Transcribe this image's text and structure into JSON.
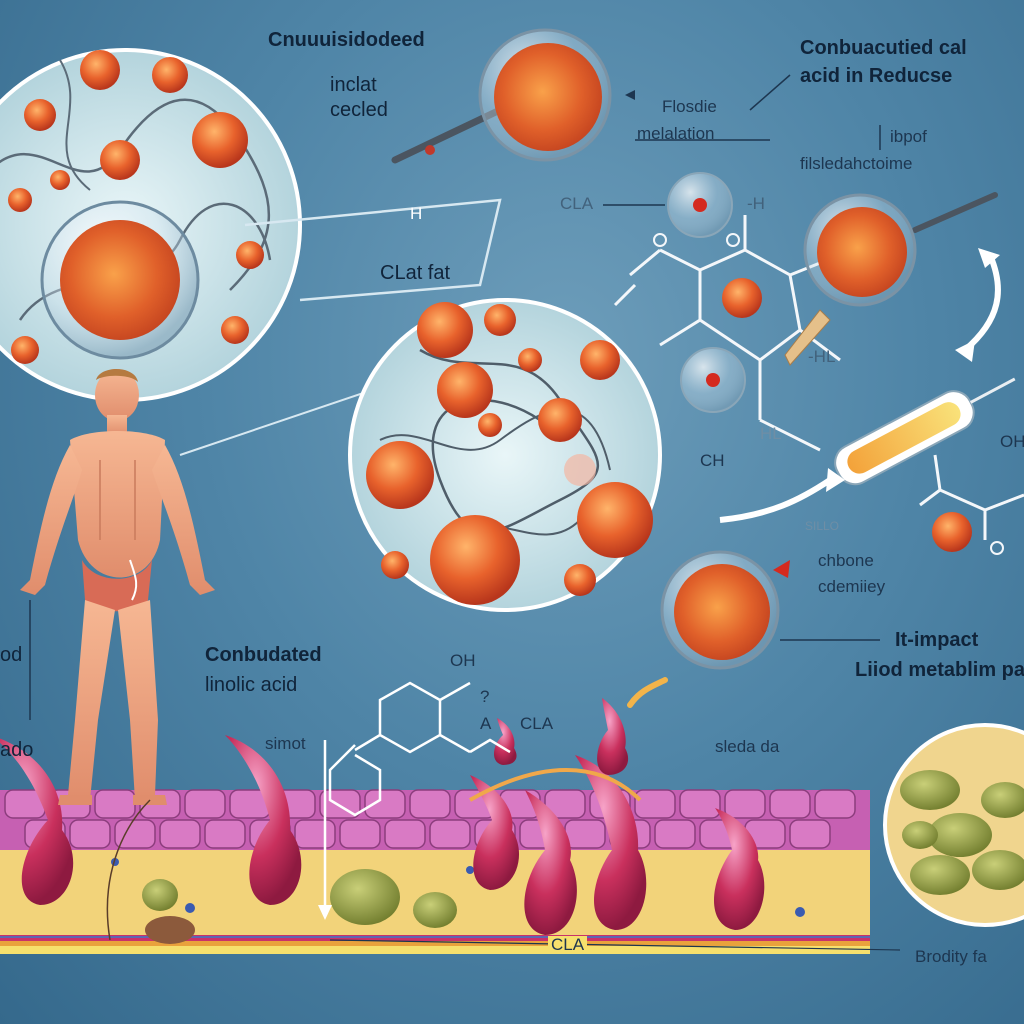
{
  "labels": {
    "top_title": "Cnuuuisidodeed",
    "inclat": "inclat",
    "cecled": "cecled",
    "tr_line1": "Conbuacutied cal",
    "tr_line2": "acid in Reducse",
    "flosdie": "Flosdie",
    "metalation": "melalation",
    "ibpof": "ibpof",
    "filsledahctoime": "filsledahctoime",
    "cla_mid": "CLA",
    "h_label": "-H",
    "tick_h": "H",
    "cla_fat": "CLat fat",
    "hl_label": "-HL",
    "hl_faint": "HL",
    "ch_label": "CH",
    "oh_right": "OH",
    "sillo": "SILLO",
    "chbone": "chbone",
    "cdemiiey": "cdemiiey",
    "it_impact": "It-impact",
    "liiod": "Liiod metablim pa",
    "conbudated": "Conbudated",
    "linolic_acid": "linolic acid",
    "oh_mid": "OH",
    "q_mark": "?",
    "a_label": "A",
    "cla_struct": "CLA",
    "simot": "simot",
    "sleda_da": "sleda da",
    "cla_bottom": "CLA",
    "brodity": "Brodity fa",
    "left_od": "od",
    "left_ado": "ado"
  },
  "colors": {
    "background": "#4f85a7",
    "fat_globule": "#e4572e",
    "skin_pink": "#c25fa8",
    "fat_layer": "#f2d37a",
    "label_text": "#1d3650"
  }
}
